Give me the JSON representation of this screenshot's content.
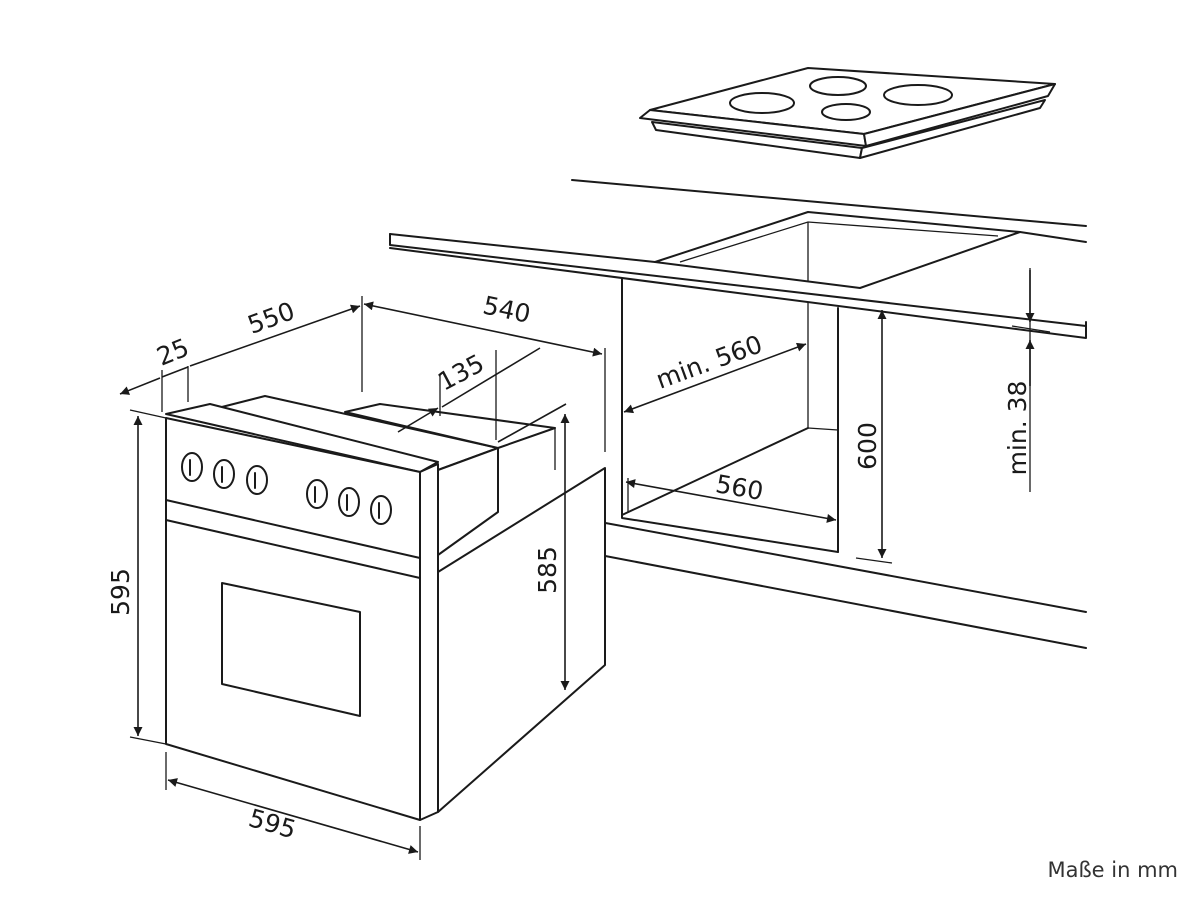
{
  "units_note": "Maße in mm",
  "dimensions": {
    "panel_depth": "25",
    "depth_without_panel": "550",
    "depth_total": "540",
    "top_offset": "135",
    "oven_height": "595",
    "oven_body_height": "585",
    "oven_width": "595",
    "cutout_min_depth": "min. 560",
    "cutout_width": "560",
    "cutout_height": "600",
    "worktop_min": "min. 38"
  }
}
